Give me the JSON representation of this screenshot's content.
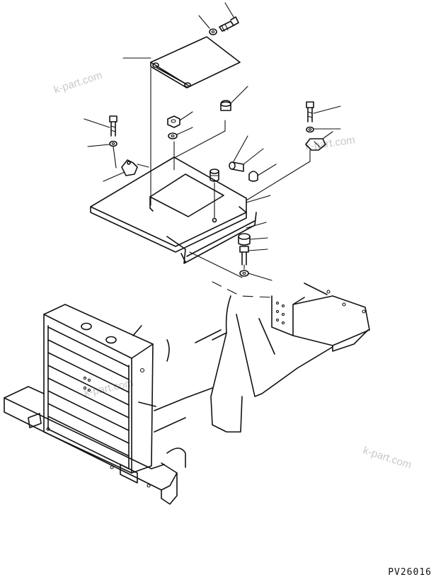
{
  "watermarks": [
    "k-part.com",
    "k-part.com",
    "k-part.com",
    "k-part.com"
  ],
  "drawing_code": "PV26016"
}
